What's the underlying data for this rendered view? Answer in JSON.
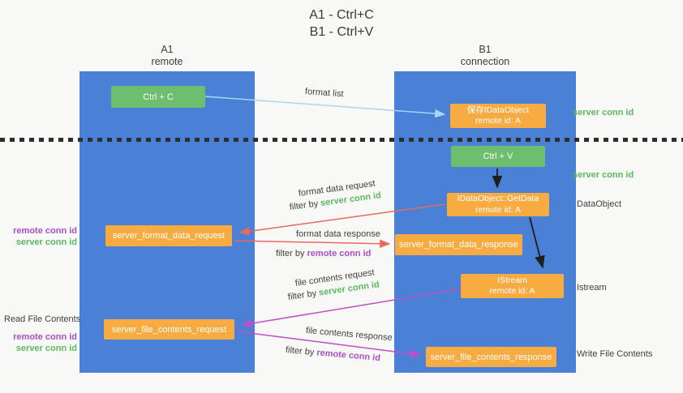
{
  "title": {
    "line1": "A1 - Ctrl+C",
    "line2": "B1 - Ctrl+V"
  },
  "lifelines": {
    "a1": {
      "name": "A1",
      "role": "remote"
    },
    "b1": {
      "name": "B1",
      "role": "connection"
    }
  },
  "nodes": {
    "ctrl_c": {
      "label": "Ctrl + C"
    },
    "save_idataobject": {
      "line1": "保存IDataObject",
      "line2": "remote id: A"
    },
    "ctrl_v": {
      "label": "Ctrl + V"
    },
    "getdata": {
      "line1": "IDataObject::GetData",
      "line2": "remote id: A"
    },
    "istream": {
      "line1": "IStream",
      "line2": "remote id: A"
    },
    "format_request": {
      "label": "server_format_data_request"
    },
    "format_response": {
      "label": "server_format_data_response"
    },
    "file_request": {
      "label": "server_file_contents_request"
    },
    "file_response": {
      "label": "server_file_contents_response"
    }
  },
  "edge_labels": {
    "format_list": "format list",
    "format_data_request": "format data request",
    "format_data_response": "format data response",
    "file_contents_request": "file contents request",
    "file_contents_response": "file contents response",
    "filter_by": "filter by "
  },
  "terms": {
    "server_conn_id": "server conn id",
    "remote_conn_id": "remote conn id"
  },
  "side_labels": {
    "dataobject": "DataObject",
    "istream": "Istream",
    "read_file_contents": "Read File Contents",
    "write_file_contents": "Write File Contents"
  },
  "colors": {
    "column_blue": "#4a80d5",
    "box_green": "#6fbe70",
    "box_orange": "#f8ab41",
    "arrow_light_blue": "#a9d5ef",
    "arrow_red": "#e8695d",
    "arrow_purple": "#bf4fc6",
    "arrow_black": "#1e1e1e",
    "text_green": "#5cb85f",
    "text_purple": "#a94fc8",
    "text_dark": "#3f3f3f"
  }
}
